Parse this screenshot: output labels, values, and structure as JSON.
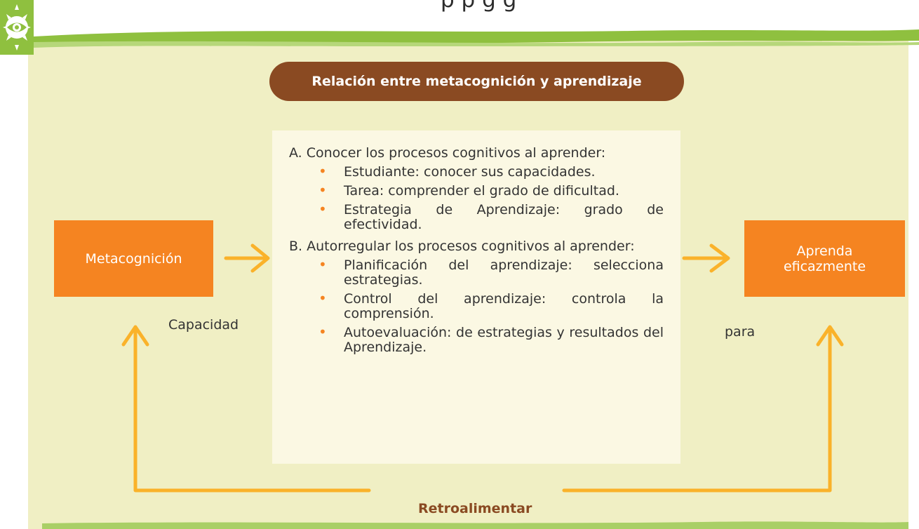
{
  "top_text": "p                p                        g         g",
  "title": "Relación entre metacognición y aprendizaje",
  "left_box": "Metacognición",
  "right_box_lines": [
    "Aprenda",
    "eficazmente"
  ],
  "label_left": "Capacidad",
  "label_right": "para",
  "label_bottom": "Retroalimentar",
  "sections": [
    {
      "title": "A. Conocer los procesos cognitivos al aprender:",
      "items": [
        "Estudiante: conocer sus capacidades.",
        "Tarea: comprender el grado de dificultad.",
        "Estrategia de Aprendizaje: grado de efectividad."
      ]
    },
    {
      "title": "B. Autorregular los procesos cognitivos al aprender:",
      "items": [
        "Planificación del aprendizaje: selecciona estrategias.",
        "Control del aprendizaje: controla la comprensión.",
        "Autoevaluación: de estrategias y resultados del Aprendizaje."
      ]
    }
  ],
  "colors": {
    "background_panel": "#f0efc4",
    "green_band": "#8fc03f",
    "title_pill": "#8a4a22",
    "orange_box": "#f58421",
    "arrow": "#fab22a",
    "content_bg": "#fbf8e3"
  },
  "icons": [
    "eye-logo-icon",
    "arrow-right-icon",
    "arrow-up-icon"
  ]
}
